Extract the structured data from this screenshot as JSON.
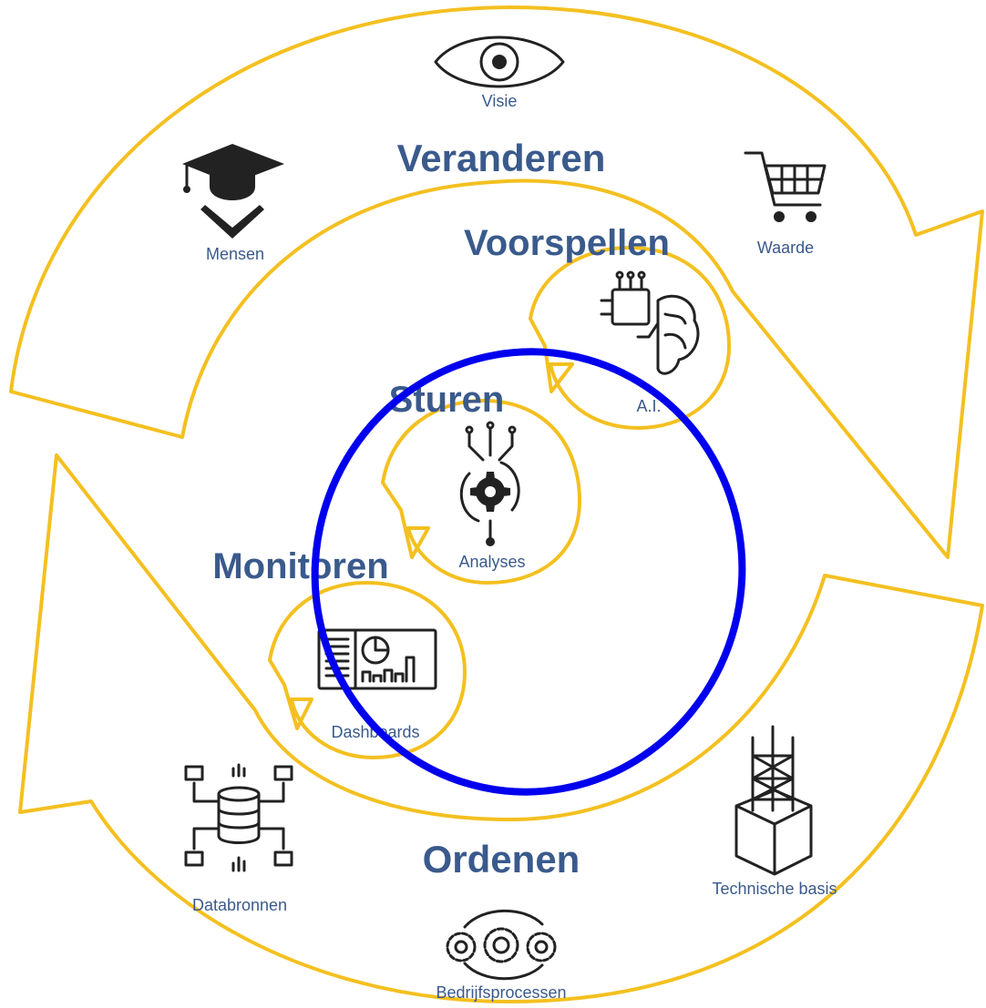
{
  "stages": {
    "veranderen": "Veranderen",
    "voorspellen": "Voorspellen",
    "sturen": "Sturen",
    "monitoren": "Monitoren",
    "ordenen": "Ordenen"
  },
  "captions": {
    "visie": "Visie",
    "mensen": "Mensen",
    "waarde": "Waarde",
    "ai": "A.I.",
    "analyses": "Analyses",
    "dashboards": "Dashboards",
    "databronnen": "Databronnen",
    "technische_basis": "Technische basis",
    "bedrijfsprocessen": "Bedrijfsprocessen"
  },
  "icons": [
    "eye-icon",
    "graduate-icon",
    "shopping-cart-icon",
    "ai-brain-icon",
    "analytics-gear-icon",
    "dashboard-icon",
    "database-network-icon",
    "scaffold-building-icon",
    "process-gears-icon"
  ],
  "colors": {
    "arrow_outline": "#f4c020",
    "text": "#3a5a8c",
    "annotation_circle": "#0000ee"
  }
}
